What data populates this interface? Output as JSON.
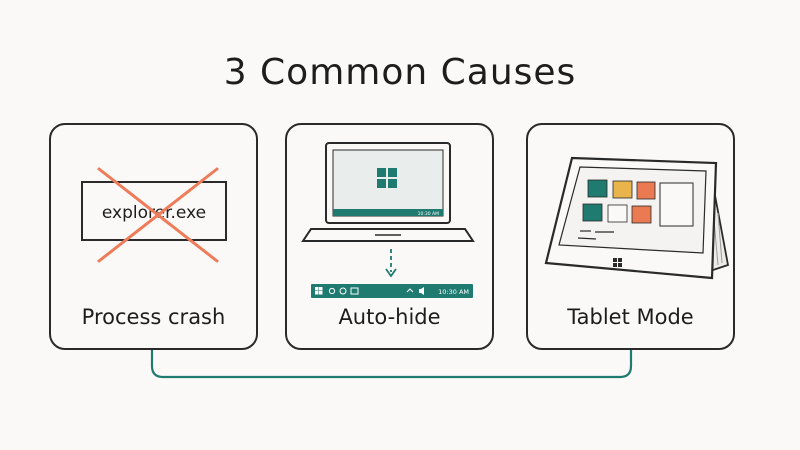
{
  "title": "3 Common Causes",
  "colors": {
    "accent_teal": "#1f7a70",
    "cross_orange": "#ee7c5a",
    "tile_orange": "#e9b44c",
    "tile_red": "#e97a52"
  },
  "cards": [
    {
      "label": "Process crash",
      "box_text": "explorer.exe",
      "icons": [
        "cross-icon"
      ]
    },
    {
      "label": "Auto-hide",
      "taskbar_time": "10:30 AM",
      "icons": [
        "laptop-icon",
        "windows-logo-icon",
        "down-arrow-icon",
        "taskbar-icon"
      ]
    },
    {
      "label": "Tablet Mode",
      "icons": [
        "tablet-icon",
        "windows-logo-icon"
      ]
    }
  ]
}
